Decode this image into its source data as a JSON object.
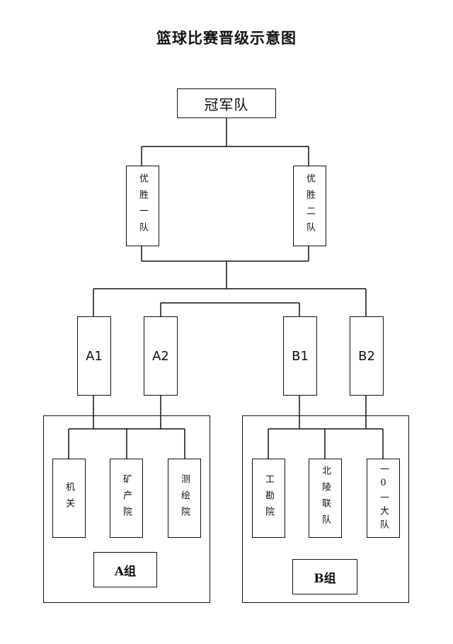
{
  "title": "篮球比赛晋级示意图",
  "champion": "冠军队",
  "winners": [
    "优胜一队",
    "优胜二队"
  ],
  "seeds": [
    "A1",
    "A2",
    "B1",
    "B2"
  ],
  "group_a": {
    "label": "A组",
    "teams": [
      "机关",
      "矿产院",
      "测绘院"
    ]
  },
  "group_b": {
    "label": "B组",
    "teams": [
      "工勘院",
      "北陵联队",
      "一0一大队"
    ]
  }
}
